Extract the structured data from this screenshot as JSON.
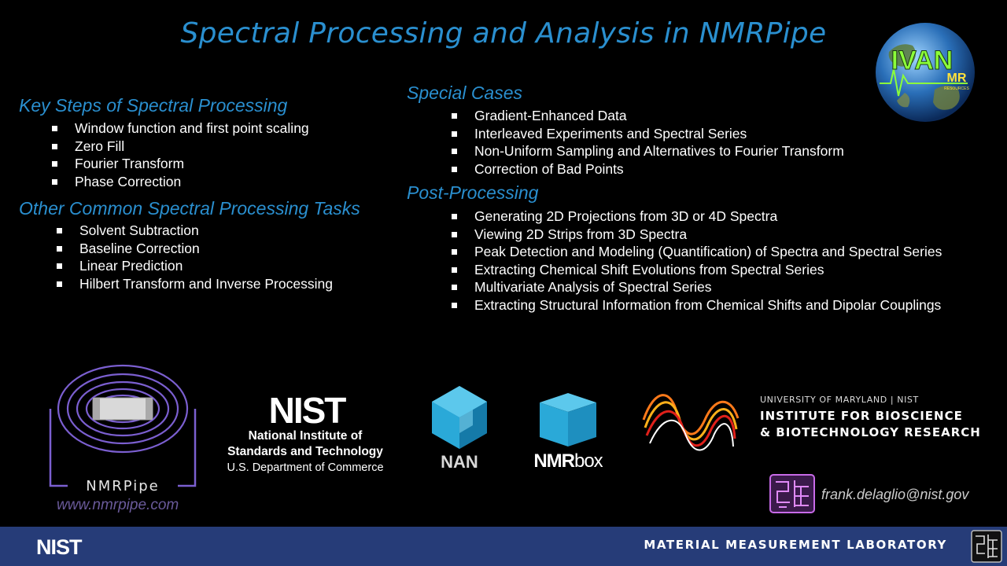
{
  "title": "Spectral Processing and Analysis in NMRPipe",
  "sections": {
    "key_steps": {
      "heading": "Key Steps of Spectral Processing",
      "items": [
        "Window function and first point scaling",
        "Zero Fill",
        "Fourier Transform",
        "Phase Correction"
      ]
    },
    "other_tasks": {
      "heading": "Other Common Spectral Processing Tasks",
      "items": [
        "Solvent Subtraction",
        "Baseline Correction",
        "Linear Prediction",
        "Hilbert Transform and Inverse Processing"
      ]
    },
    "special_cases": {
      "heading": "Special Cases",
      "items": [
        "Gradient-Enhanced Data",
        "Interleaved Experiments and Spectral Series",
        "Non-Uniform Sampling and Alternatives to Fourier Transform",
        "Correction of Bad Points"
      ]
    },
    "post_processing": {
      "heading": "Post-Processing",
      "items": [
        "Generating 2D Projections from 3D or 4D Spectra",
        "Viewing 2D Strips from 3D Spectra",
        "Peak Detection and Modeling (Quantification) of Spectra and Spectral Series",
        "Extracting Chemical Shift Evolutions from Spectral Series",
        "Multivariate Analysis of Spectral Series",
        "Extracting Structural Information from Chemical Shifts and Dipolar Couplings"
      ]
    }
  },
  "logos": {
    "ivan": {
      "main": "IVAN",
      "sub": "MR",
      "small": "RESOURCES"
    },
    "nmrpipe": {
      "label": "NMRPipe",
      "url": "www.nmrpipe.com"
    },
    "nist": {
      "wordmark": "NIST",
      "line1": "National Institute of",
      "line2": "Standards and Technology",
      "line3": "U.S. Department of Commerce"
    },
    "nan": {
      "label": "NAN"
    },
    "nmrbox": {
      "label_bold": "NMR",
      "label_light": "box"
    },
    "ibbr": {
      "top": "UNIVERSITY OF MARYLAND | NIST",
      "line1": "INSTITUTE FOR BIOSCIENCE",
      "line2": "& BIOTECHNOLOGY RESEARCH"
    }
  },
  "contact": {
    "email": "frank.delaglio@nist.gov"
  },
  "footer": {
    "nist": "NIST",
    "lab": "MATERIAL MEASUREMENT LABORATORY"
  },
  "colors": {
    "heading": "#2a8fcf",
    "footer_bg": "#263c78",
    "nmrpipe_purple": "#7b5fd0",
    "nan_blue": "#2aa9d8"
  }
}
